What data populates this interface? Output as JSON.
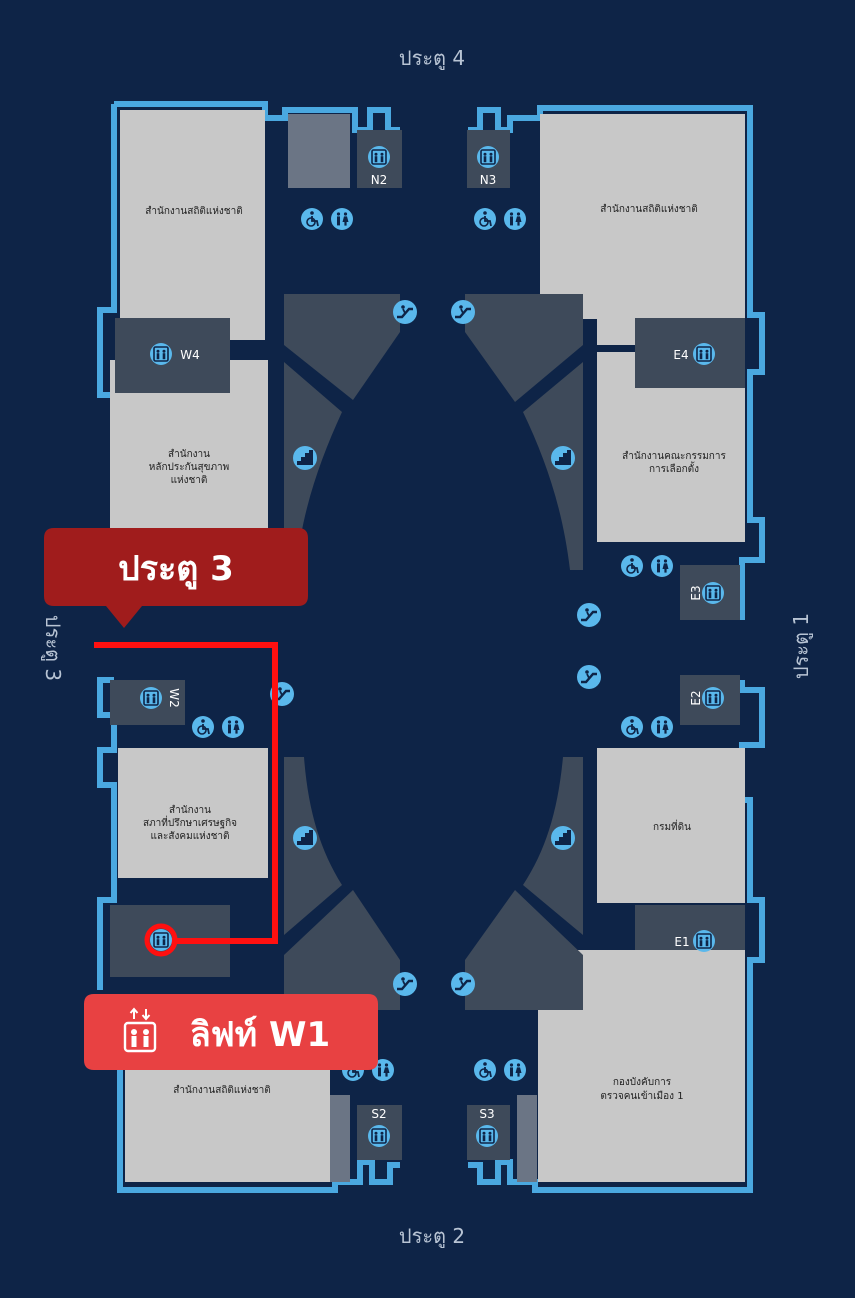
{
  "gates": {
    "north": "ประตู 4",
    "south": "ประตู 2",
    "east": "ประตู 1",
    "west": "ประตู 3"
  },
  "offices": {
    "nw": "สำนักงานสถิติแห่งชาติ",
    "ne": "สำนักงานสถิติแห่งชาติ",
    "w_upper": [
      "สำนักงาน",
      "หลักประกันสุขภาพ",
      "แห่งชาติ"
    ],
    "e_upper": [
      "สำนักงานคณะกรรมการ",
      "การเลือกตั้ง"
    ],
    "w_lower": [
      "สำนักงาน",
      "สภาที่ปรึกษาเศรษฐกิจ",
      "และสังคมแห่งชาติ"
    ],
    "e_lower": "กรมที่ดิน",
    "sw": "สำนักงานสถิติแห่งชาติ",
    "se": [
      "กองบังคับการ",
      "ตรวจคนเข้าเมือง 1"
    ]
  },
  "lifts": {
    "n2": "N2",
    "n3": "N3",
    "w4": "W4",
    "e4": "E4",
    "e3": "E3",
    "e2": "E2",
    "w2": "W2",
    "e1": "E1",
    "s2": "S2",
    "s3": "S3"
  },
  "callouts": {
    "gate": "ประตู 3",
    "lift": "ลิฟท์ W1"
  },
  "colors": {
    "background": "#0e2447",
    "outline": "#4aa8e0",
    "office": "#c8c8c8",
    "service": "#3e4a5a",
    "icon": "#5ab8ec",
    "route": "#ff1010",
    "gate_callout": "#a01c1c",
    "lift_callout": "#e84142"
  },
  "icons": {
    "lift": "lift-icon",
    "escalator": "escalator-icon",
    "stairs": "stairs-icon",
    "wheelchair": "wheelchair-icon",
    "restroom": "restroom-icon"
  }
}
